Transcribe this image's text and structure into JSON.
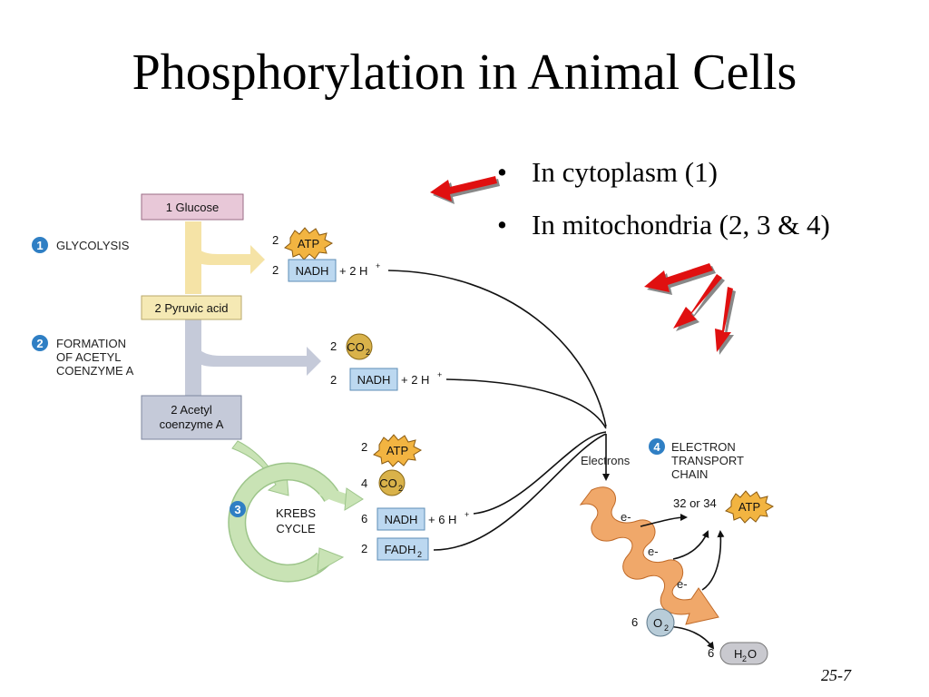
{
  "slide": {
    "title": "Phosphorylation in Animal Cells",
    "bullets": [
      {
        "marker": "•",
        "text": "In cytoplasm (1)"
      },
      {
        "marker": "•",
        "text": "In mitochondria (2, 3 & 4)"
      }
    ],
    "page_number": "25-7"
  },
  "diagram": {
    "stages": [
      {
        "num": "1",
        "label_lines": [
          "GLYCOLYSIS"
        ]
      },
      {
        "num": "2",
        "label_lines": [
          "FORMATION",
          "OF ACETYL",
          "COENZYME A"
        ]
      },
      {
        "num": "3",
        "label_lines": []
      },
      {
        "num": "4",
        "label_lines": [
          "ELECTRON",
          "TRANSPORT",
          "CHAIN"
        ]
      }
    ],
    "boxes": {
      "glucose": "1 Glucose",
      "pyruvic": "2 Pyruvic acid",
      "acetyl_line1": "2 Acetyl",
      "acetyl_line2": "coenzyme A",
      "krebs_line1": "KREBS",
      "krebs_line2": "CYCLE"
    },
    "glycolysis_products": {
      "atp_count": "2",
      "atp_label": "ATP",
      "nadh_count": "2",
      "nadh_label": "NADH",
      "nadh_extra": "+ 2 H",
      "plus": "+"
    },
    "acetyl_products": {
      "co2_count": "2",
      "co2_label": "CO",
      "co2_sub": "2",
      "nadh_count": "2",
      "nadh_label": "NADH",
      "nadh_extra": "+ 2 H",
      "plus": "+"
    },
    "krebs_products": {
      "atp_count": "2",
      "atp_label": "ATP",
      "co2_count": "4",
      "co2_label": "CO",
      "co2_sub": "2",
      "nadh_count": "6",
      "nadh_label": "NADH",
      "nadh_extra": "+ 6 H",
      "plus": "+",
      "fadh_count": "2",
      "fadh_label": "FADH",
      "fadh_sub": "2"
    },
    "etc": {
      "electrons_label": "Electrons",
      "electron_label": "e-",
      "atp_count": "32 or 34",
      "atp_label": "ATP",
      "o2_count": "6",
      "o2_label": "O",
      "o2_sub": "2",
      "h2o_count": "6",
      "h2o_label_a": "H",
      "h2o_sub": "2",
      "h2o_label_b": "O"
    },
    "colors": {
      "stage_circle": "#2f7fc4",
      "glucose_box": "#e8c8d8",
      "pyruvic_box": "#f5e9b4",
      "acetyl_box": "#c5cad9",
      "nadh_box": "#bcd8f0",
      "atp_burst": "#f2b441",
      "co2_circle": "#d9b24a",
      "krebs_cycle": "#c9e3b5",
      "etc_band": "#f0a86a",
      "pointer_arrow": "#e01010"
    }
  }
}
